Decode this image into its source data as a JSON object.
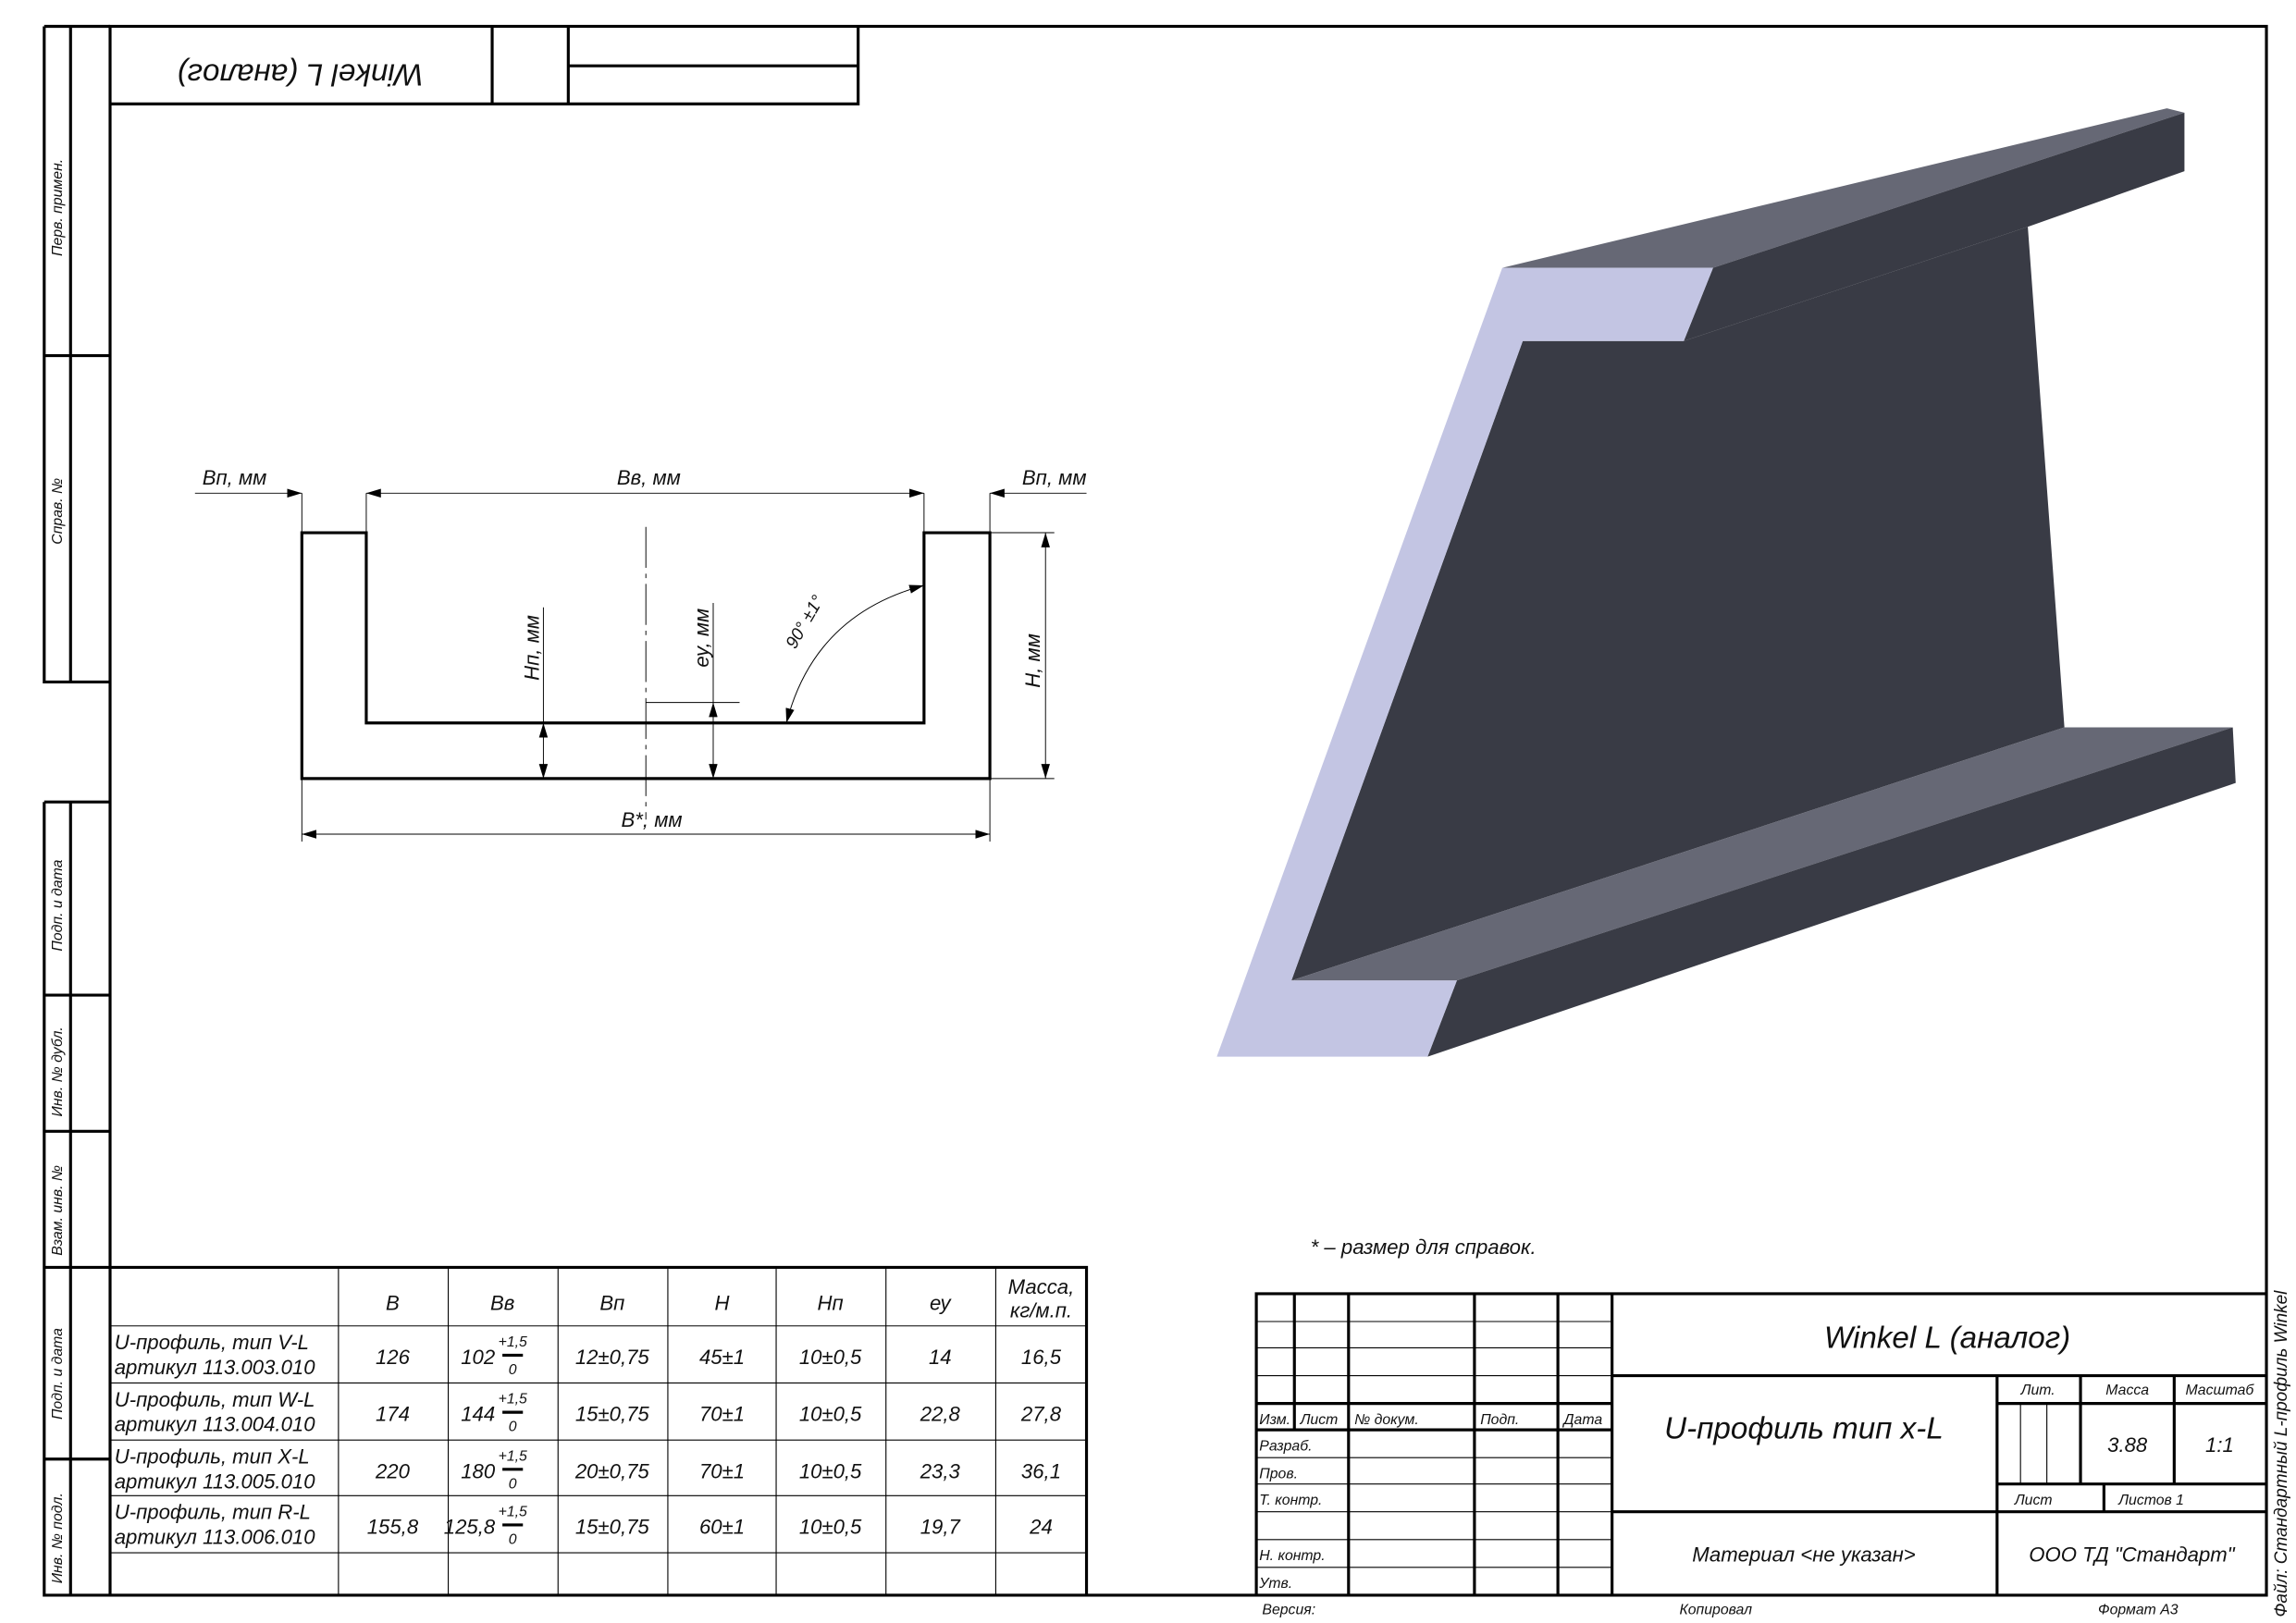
{
  "stamp_top": {
    "title_mirrored": "Winkel L (аналог)"
  },
  "side_strip": [
    "Перв. примен.",
    "Справ. №",
    "Подп. и дата",
    "Инв. № дубл.",
    "Взам. инв. №",
    "Подп. и дата",
    "Инв. № подл."
  ],
  "drawing": {
    "bp_left": "Вп, мм",
    "bv": "Вв, мм",
    "bp_right": "Вп, мм",
    "hp": "Нп, мм",
    "ey": "еу, мм",
    "angle": "90° ±1°",
    "h": "H, мм",
    "b": "B*, мм"
  },
  "model_colors": {
    "end_face": "#c3c5e3",
    "top_face": "#666875",
    "side_face": "#393b45"
  },
  "note": "* – размер для справок.",
  "table": {
    "headers": [
      "",
      "B",
      "Вв",
      "Вп",
      "H",
      "Нп",
      "еу",
      "Масса,",
      "кг/м.п."
    ],
    "rows": [
      {
        "name1": "U-профиль, тип V-L",
        "name2": "артикул 113.003.010",
        "b": "126",
        "bv": "102",
        "bv_up": "+1,5",
        "bv_lo": "0",
        "bp": "12±0,75",
        "h": "45±1",
        "hp": "10±0,5",
        "ey": "14",
        "mass": "16,5"
      },
      {
        "name1": "U-профиль, тип W-L",
        "name2": "артикул 113.004.010",
        "b": "174",
        "bv": "144",
        "bv_up": "+1,5",
        "bv_lo": "0",
        "bp": "15±0,75",
        "h": "70±1",
        "hp": "10±0,5",
        "ey": "22,8",
        "mass": "27,8"
      },
      {
        "name1": "U-профиль, тип X-L",
        "name2": "артикул 113.005.010",
        "b": "220",
        "bv": "180",
        "bv_up": "+1,5",
        "bv_lo": "0",
        "bp": "20±0,75",
        "h": "70±1",
        "hp": "10±0,5",
        "ey": "23,3",
        "mass": "36,1"
      },
      {
        "name1": "U-профиль, тип R-L",
        "name2": "артикул 113.006.010",
        "b": "155,8",
        "bv": "125,8",
        "bv_up": "+1,5",
        "bv_lo": "0",
        "bp": "15±0,75",
        "h": "60±1",
        "hp": "10±0,5",
        "ey": "19,7",
        "mass": "24"
      }
    ]
  },
  "title_block": {
    "name": "Winkel L (аналог)",
    "designation": "U-профиль тип x-L",
    "material": "Материал <не указан>",
    "company": "ООО ТД \"Стандарт\"",
    "hdr_izm": "Изм.",
    "hdr_list": "Лист",
    "hdr_doc": "№ докум.",
    "hdr_sign": "Подп.",
    "hdr_date": "Дата",
    "razrab": "Разраб.",
    "prov": "Пров.",
    "tkontr": "Т. контр.",
    "nkontr": "Н. контр.",
    "utv": "Утв.",
    "lit": "Лит.",
    "mass_label": "Масса",
    "scale_label": "Масштаб",
    "mass": "3.88",
    "scale": "1:1",
    "sheet": "Лист",
    "sheets": "Листов 1"
  },
  "footer": {
    "version": "Версия:",
    "copied": "Копировал",
    "format": "Формат А3"
  },
  "file_label": "Файл: Стандартный L-профиль Winkel"
}
